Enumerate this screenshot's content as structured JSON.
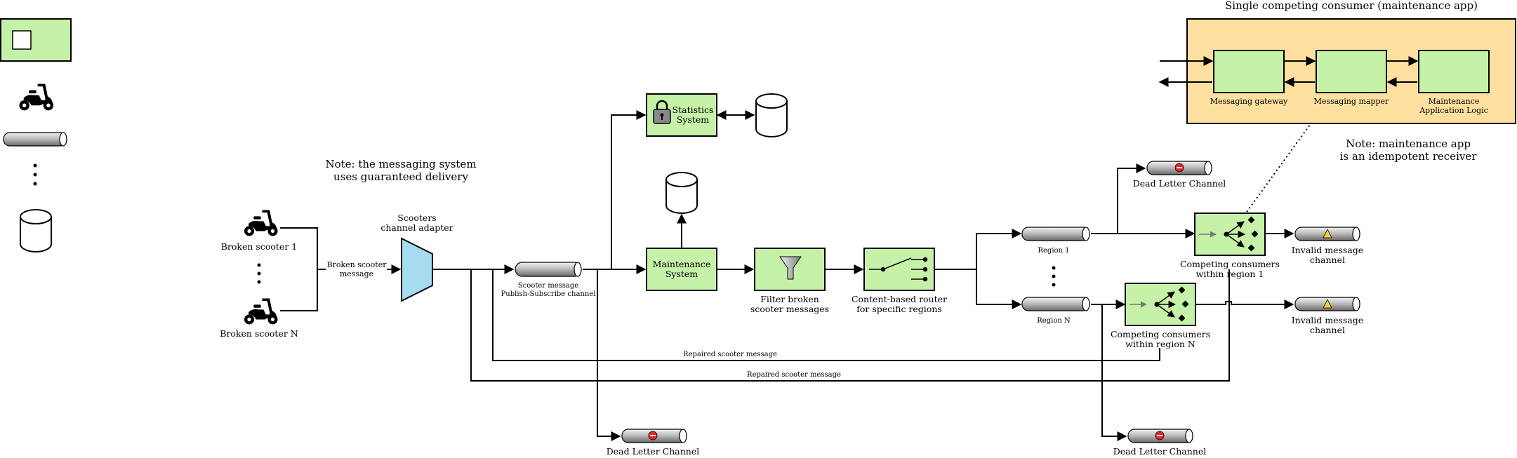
{
  "colors": {
    "component_fill": "#c6f1a8",
    "adapter_fill": "#a7dcef",
    "app_panel_fill": "#fde0a0",
    "stroke": "#000000",
    "error_badge": "#e8232a",
    "warning_badge": "#f5d22b"
  },
  "legend": {
    "icons": [
      "component-box-icon",
      "scooter-icon",
      "channel-pipe-icon",
      "ellipsis-dots-icon",
      "database-cylinder-icon"
    ]
  },
  "producers": {
    "scooter_1": "Broken scooter 1",
    "scooter_n": "Broken scooter N",
    "edge_label_line1": "Broken scooter",
    "edge_label_line2": "message"
  },
  "adapter": {
    "label_line1": "Scooters",
    "label_line2": "channel adapter"
  },
  "notes": {
    "messaging_line1": "Note: the messaging system",
    "messaging_line2": "uses guaranteed delivery",
    "maintenance_line1": "Note: maintenance app",
    "maintenance_line2": "is an idempotent receiver"
  },
  "pubsub_channel": {
    "label_line1": "Scooter message",
    "label_line2": "Publish-Subscribe channel"
  },
  "statistics": {
    "line1": "Statistics",
    "line2": "System"
  },
  "maintenance_system": {
    "line1": "Maintenance",
    "line2": "System"
  },
  "filter": {
    "label_line1": "Filter broken",
    "label_line2": "scooter messages"
  },
  "router": {
    "label_line1": "Content-based router",
    "label_line2": "for specific regions"
  },
  "regions": {
    "region_1": "Region 1",
    "region_n": "Region N"
  },
  "consumers": {
    "region_1_line1": "Competing consumers",
    "region_1_line2": "within region 1",
    "region_n_line1": "Competing consumers",
    "region_n_line2": "within region N"
  },
  "invalid_channels": {
    "line1": "Invalid message",
    "line2": "channel"
  },
  "dead_letter": {
    "label": "Dead Letter Channel"
  },
  "repaired": {
    "label": "Repaired scooter message"
  },
  "app_panel": {
    "title": "Single competing consumer (maintenance app)",
    "gateway": "Messaging gateway",
    "mapper": "Messaging mapper",
    "logic_line1": "Maintenance",
    "logic_line2": "Application Logic"
  }
}
